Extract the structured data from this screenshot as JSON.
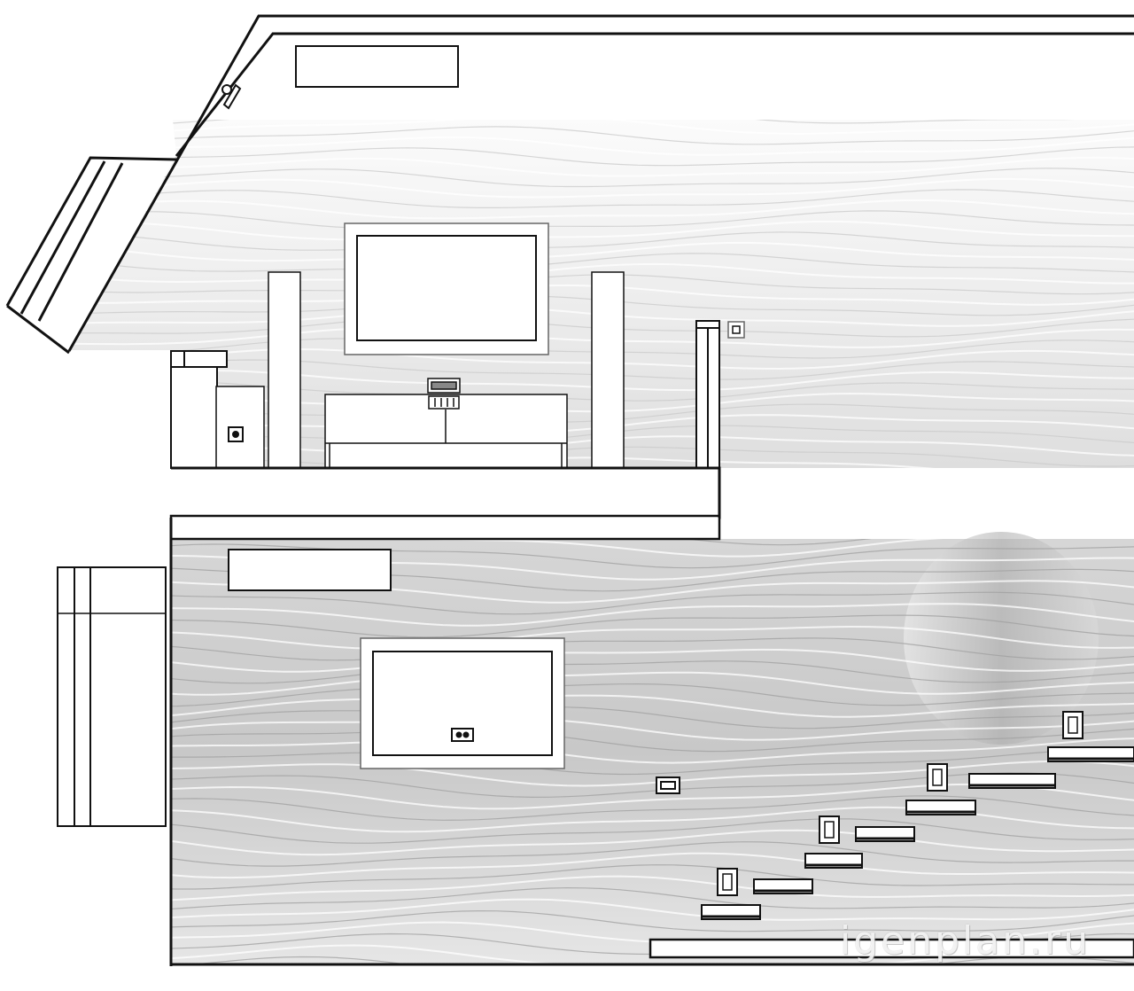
{
  "drawing": {
    "type": "wall elevation drawing",
    "levels": [
      "upper-level-wall",
      "lower-level-wall"
    ],
    "wall_finish": "wave-pattern-3d-panels",
    "upper_level_items": [
      "tv-screen",
      "speaker-column-left",
      "speaker-column-right",
      "media-cabinet",
      "av-receiver",
      "side-cabinet",
      "tall-side-column",
      "ceiling-lamp-outline"
    ],
    "lower_level_items": [
      "tv-screen",
      "wall-lamp-outline",
      "staircase-with-floating-steps",
      "step-wall-lights",
      "sofa-side-view",
      "light-switch"
    ],
    "stair_steps": 8,
    "colors": {
      "line": "#111111",
      "panel_light": "#f6f6f6",
      "panel_mid": "#dcdcdc",
      "panel_dark": "#bdbdbd",
      "paper": "#ffffff"
    }
  },
  "watermark": {
    "text": "igenplan.ru"
  }
}
